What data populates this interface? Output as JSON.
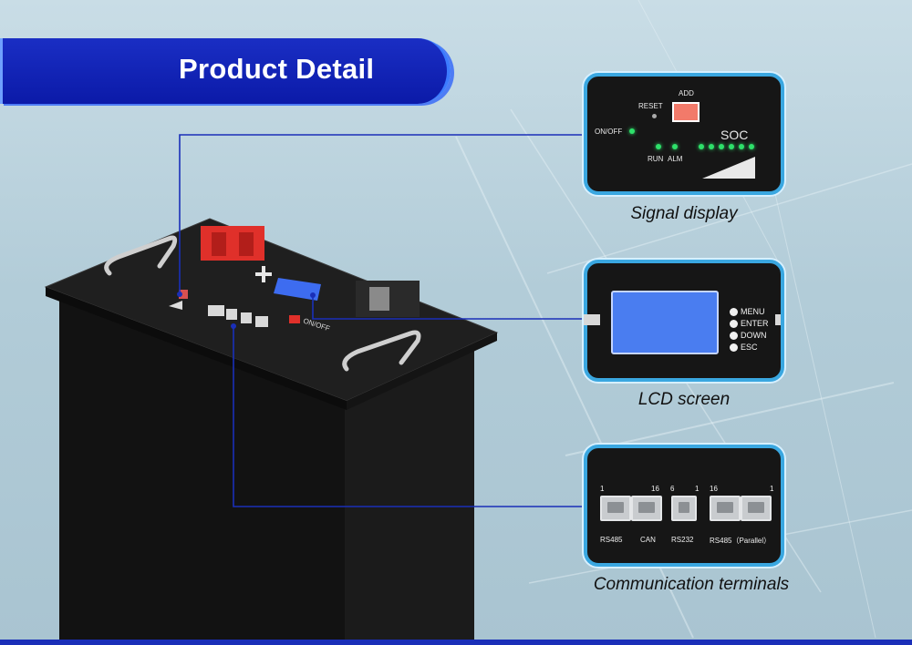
{
  "header": {
    "title": "Product Detail"
  },
  "panels": {
    "signal": {
      "caption": "Signal display",
      "labels": {
        "reset": "RESET",
        "add": "ADD",
        "onoff": "ON/OFF",
        "soc": "SOC",
        "run": "RUN",
        "alm": "ALM"
      }
    },
    "lcd": {
      "caption": "LCD screen",
      "buttons": [
        "MENU",
        "ENTER",
        "DOWN",
        "ESC"
      ]
    },
    "comm": {
      "caption": "Communication terminals",
      "pins": {
        "p1": "1",
        "p16": "16",
        "p6": "6",
        "p1b": "1",
        "p16b": "16",
        "p1c": "1"
      },
      "ports": {
        "rs485": "RS485",
        "can": "CAN",
        "rs232": "RS232",
        "rs485p": "RS485（Parallel）"
      }
    }
  },
  "device": {
    "onoff": "ON/OFF"
  },
  "colors": {
    "banner": "#0b1aa8",
    "panel_border": "#3aa7e0",
    "connector_line": "#1a2fb8",
    "led": "#2ee06a",
    "lcd": "#4a7df0"
  }
}
